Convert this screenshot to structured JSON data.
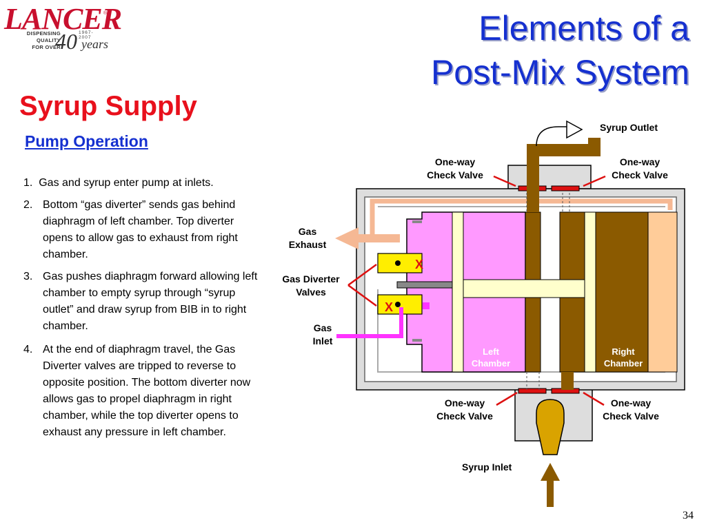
{
  "logo": {
    "wordmark": "LANCER",
    "registered": "®",
    "tagline_1": "DISPENSING QUALITY",
    "tagline_2": "FOR OVER",
    "years_range": "1967-2007",
    "years_number": "40",
    "years_word": "years"
  },
  "title": {
    "line_1": "Elements of a",
    "line_2": "Post-Mix System"
  },
  "section_title": "Syrup Supply",
  "subsection_title": "Pump Operation",
  "steps": [
    {
      "number": "1.",
      "text": "Gas and syrup enter pump at inlets."
    },
    {
      "number": "2.",
      "text": "Bottom “gas diverter” sends gas behind diaphragm of left chamber. Top diverter opens to allow gas to exhaust from right chamber."
    },
    {
      "number": "3.",
      "text": "Gas pushes diaphragm forward allowing left chamber to empty syrup through “syrup outlet” and draw syrup from BIB in to right chamber."
    },
    {
      "number": "4.",
      "text": "At the end of diaphragm travel, the Gas Diverter valves are tripped to reverse  to opposite position. The bottom diverter now allows gas to propel diaphragm in right chamber, while the top diverter opens to exhaust any pressure in left chamber."
    }
  ],
  "diagram": {
    "labels": {
      "syrup_outlet": "Syrup Outlet",
      "check_valve_top_left_1": "One-way",
      "check_valve_top_left_2": "Check Valve",
      "check_valve_top_right_1": "One-way",
      "check_valve_top_right_2": "Check Valve",
      "gas_exhaust_1": "Gas",
      "gas_exhaust_2": "Exhaust",
      "gas_diverter_1": "Gas Diverter",
      "gas_diverter_2": "Valves",
      "gas_inlet_1": "Gas",
      "gas_inlet_2": "Inlet",
      "left_chamber_1": "Left",
      "left_chamber_2": "Chamber",
      "right_chamber_1": "Right",
      "right_chamber_2": "Chamber",
      "check_valve_bottom_left_1": "One-way",
      "check_valve_bottom_left_2": "Check Valve",
      "check_valve_bottom_right_1": "One-way",
      "check_valve_bottom_right_2": "Check Valve",
      "syrup_inlet": "Syrup Inlet",
      "valve_top_mark": "X",
      "valve_bottom_mark": "X"
    },
    "colors": {
      "syrup": "#8b5a00",
      "gas_exhaust": "#f5b894",
      "gas_inlet": "#ff33ff",
      "left_chamber": "#ff99ff",
      "right_chamber_pad": "#ffcc99",
      "check_valve": "#dd1111",
      "diverter": "#ffee00",
      "piston": "#ffffcc",
      "housing": "#dddddd",
      "inlet_probe": "#d9a300"
    }
  },
  "page_number": "34"
}
